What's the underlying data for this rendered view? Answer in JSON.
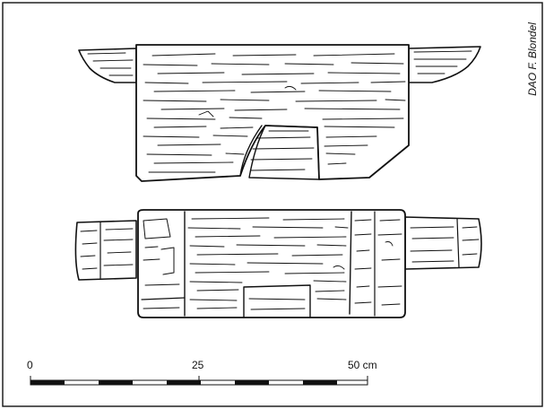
{
  "credit": "DAO F. Blondel",
  "scale_bar": {
    "labels": [
      "0",
      "25",
      "50 cm"
    ]
  },
  "objects": [
    {
      "name": "upper-wooden-plank"
    },
    {
      "name": "lower-wooden-plank"
    }
  ]
}
